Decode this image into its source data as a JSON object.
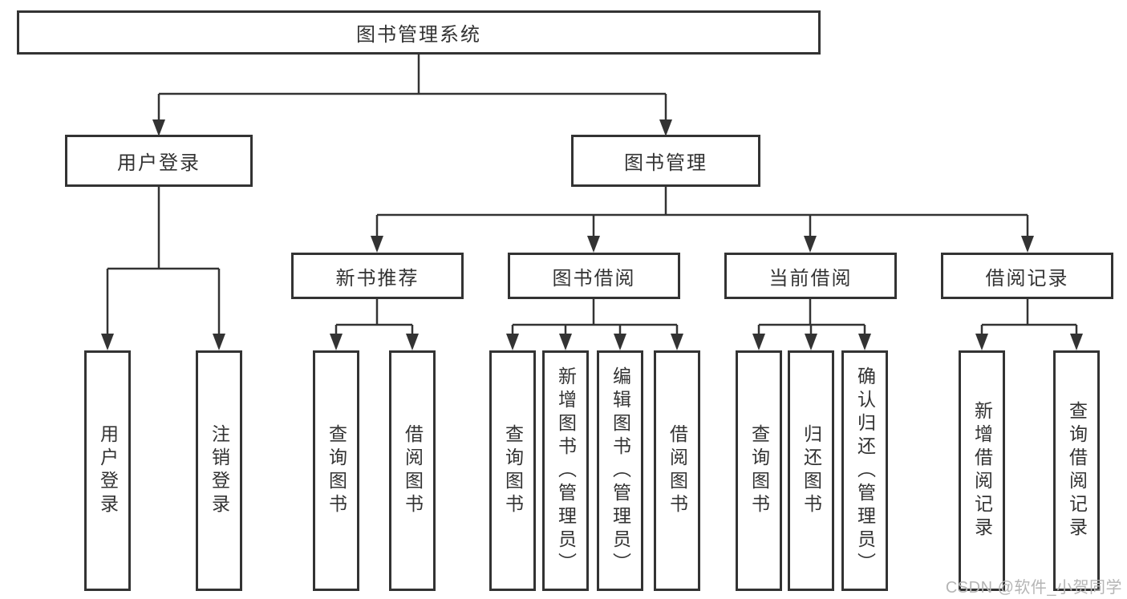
{
  "diagram": {
    "root": {
      "label": "图书管理系统"
    },
    "branches": [
      {
        "label": "用户登录",
        "children": [
          {
            "label": "用户登录"
          },
          {
            "label": "注销登录"
          }
        ]
      },
      {
        "label": "图书管理",
        "sections": [
          {
            "label": "新书推荐",
            "children": [
              {
                "label": "查询图书"
              },
              {
                "label": "借阅图书"
              }
            ]
          },
          {
            "label": "图书借阅",
            "children": [
              {
                "label": "查询图书"
              },
              {
                "label": "新增图书（管理员）"
              },
              {
                "label": "编辑图书（管理员）"
              },
              {
                "label": "借阅图书"
              }
            ]
          },
          {
            "label": "当前借阅",
            "children": [
              {
                "label": "查询图书"
              },
              {
                "label": "归还图书"
              },
              {
                "label": "确认归还（管理员）"
              }
            ]
          },
          {
            "label": "借阅记录",
            "children": [
              {
                "label": "新增借阅记录"
              },
              {
                "label": "查询借阅记录"
              }
            ]
          }
        ]
      }
    ]
  },
  "watermark": {
    "text": "CSDN @软件_小贺同学"
  },
  "colors": {
    "line": "#333333",
    "box_border": "#333333",
    "text": "#333333",
    "watermark": "#b5b5b5",
    "background": "#ffffff"
  }
}
